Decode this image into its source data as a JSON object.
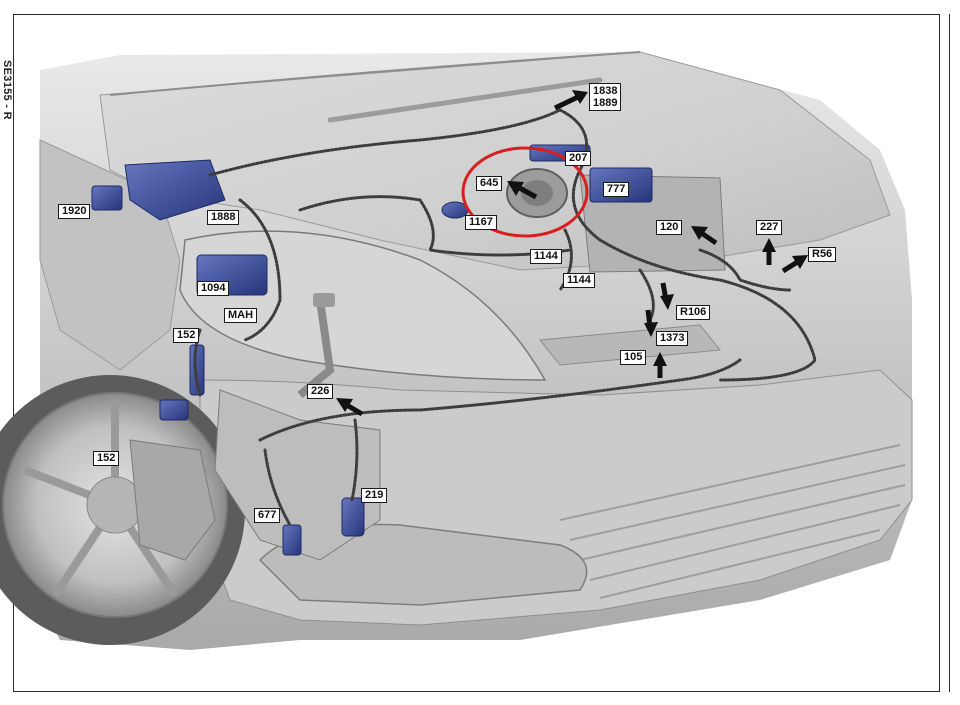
{
  "reference_code": "SE3155 - R",
  "labels": {
    "l1838": "1838",
    "l1889": "1889",
    "l207": "207",
    "l645": "645",
    "l777": "777",
    "l1920": "1920",
    "l1888": "1888",
    "l1167": "1167",
    "l120": "120",
    "l227": "227",
    "l1144a": "1144",
    "l1144b": "1144",
    "lR56": "R56",
    "l1094": "1094",
    "lMAH": "MAH",
    "lR106": "R106",
    "l152a": "152",
    "l1373": "1373",
    "l105": "105",
    "l226": "226",
    "l152b": "152",
    "l219": "219",
    "l677": "677"
  },
  "colors": {
    "body": "#c9c9c9",
    "body_dark": "#8e8e8e",
    "component": "#3c4f98",
    "highlight": "#d81e1e",
    "arrow": "#111111"
  }
}
